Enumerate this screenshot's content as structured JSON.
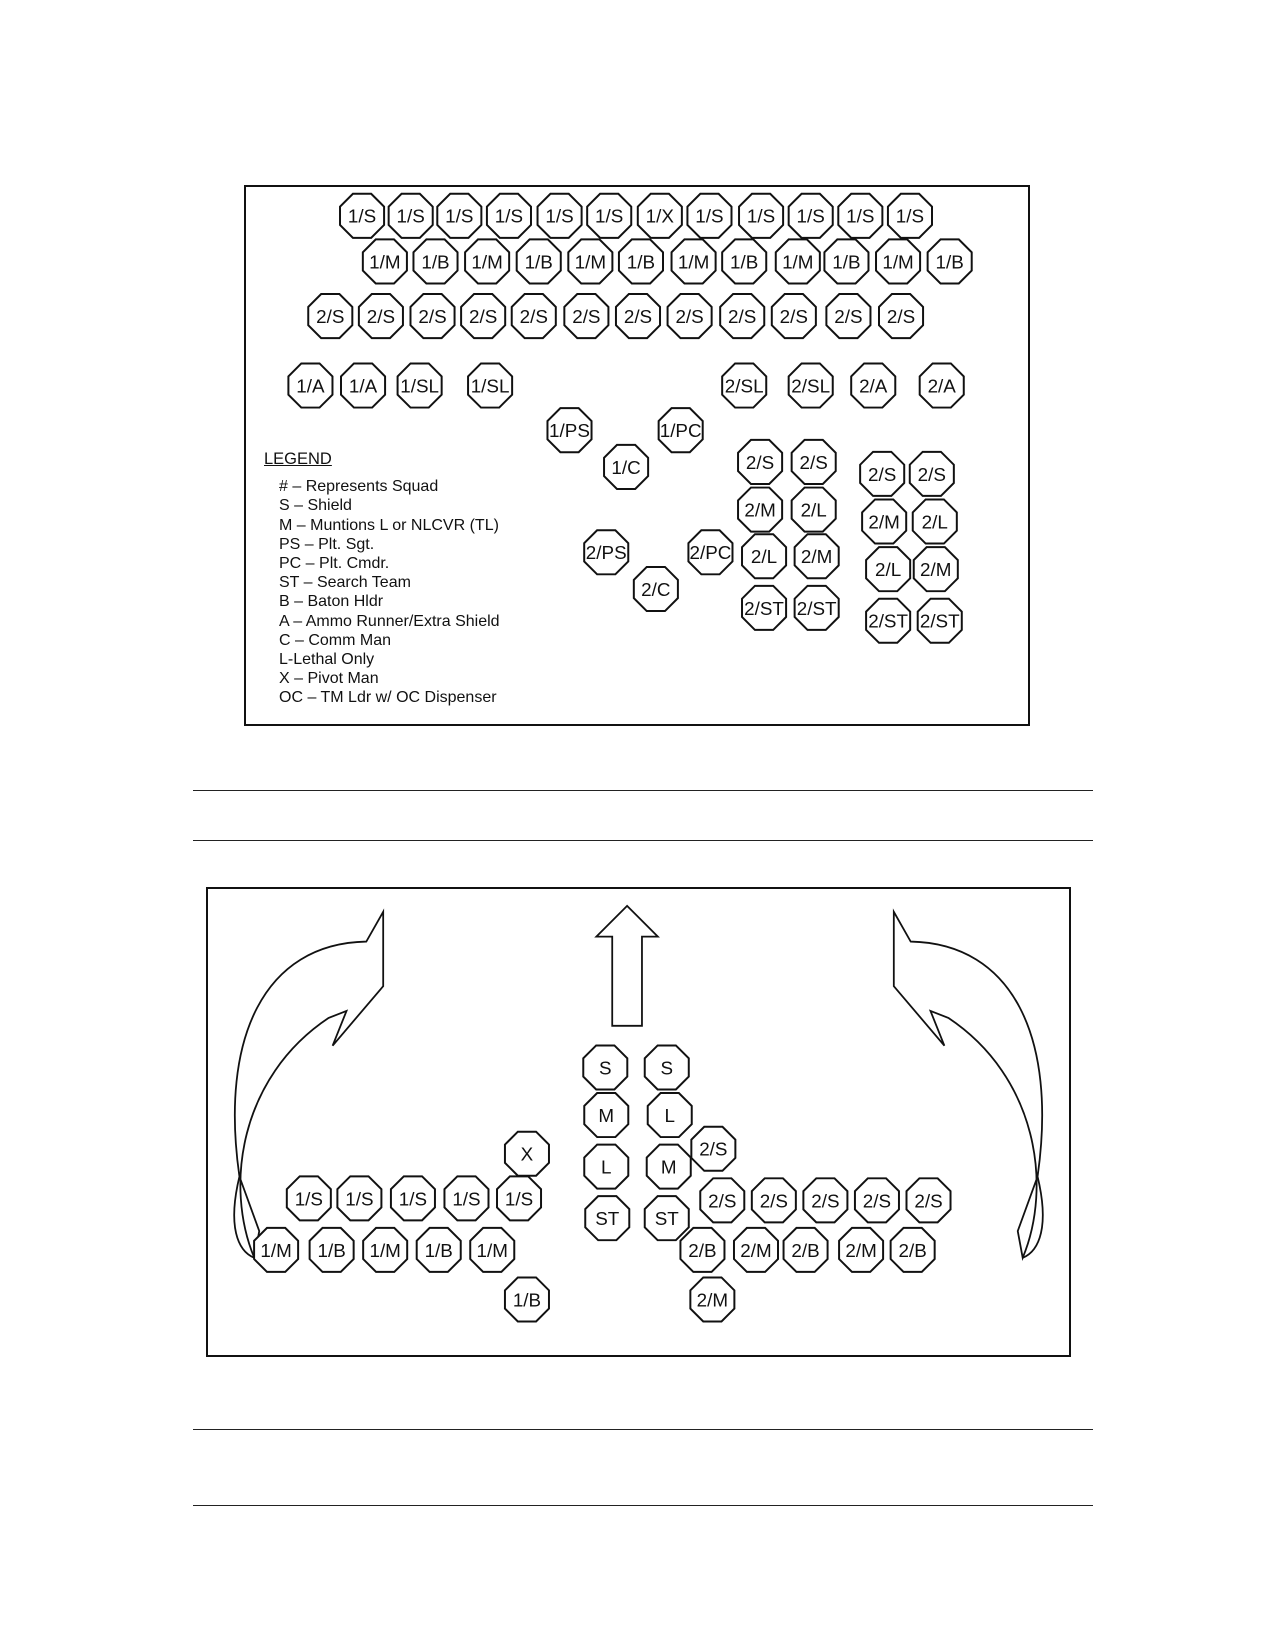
{
  "figure1": {
    "units": [
      {
        "label": "1/S",
        "col": 1,
        "row": 1
      },
      {
        "label": "1/S",
        "col": 2,
        "row": 1
      },
      {
        "label": "1/S",
        "col": 3,
        "row": 1
      },
      {
        "label": "1/S",
        "col": 4,
        "row": 1
      },
      {
        "label": "1/S",
        "col": 5,
        "row": 1
      },
      {
        "label": "1/S",
        "col": 6,
        "row": 1
      },
      {
        "label": "1/X",
        "col": 7,
        "row": 1
      },
      {
        "label": "1/S",
        "col": 8,
        "row": 1
      },
      {
        "label": "1/S",
        "col": 9,
        "row": 1
      },
      {
        "label": "1/S",
        "col": 10,
        "row": 1
      },
      {
        "label": "1/S",
        "col": 11,
        "row": 1
      },
      {
        "label": "1/S",
        "col": 12,
        "row": 1
      },
      {
        "label": "1/M",
        "col": 1,
        "row": 2
      },
      {
        "label": "1/B",
        "col": 2,
        "row": 2
      },
      {
        "label": "1/M",
        "col": 3,
        "row": 2
      },
      {
        "label": "1/B",
        "col": 4,
        "row": 2
      },
      {
        "label": "1/M",
        "col": 5,
        "row": 2
      },
      {
        "label": "1/B",
        "col": 6,
        "row": 2
      },
      {
        "label": "1/M",
        "col": 7,
        "row": 2
      },
      {
        "label": "1/B",
        "col": 8,
        "row": 2
      },
      {
        "label": "1/M",
        "col": 9,
        "row": 2
      },
      {
        "label": "1/B",
        "col": 10,
        "row": 2
      },
      {
        "label": "1/M",
        "col": 11,
        "row": 2
      },
      {
        "label": "1/B",
        "col": 12,
        "row": 2
      },
      {
        "label": "2/S",
        "col": 1,
        "row": 3
      },
      {
        "label": "2/S",
        "col": 2,
        "row": 3
      },
      {
        "label": "2/S",
        "col": 3,
        "row": 3
      },
      {
        "label": "2/S",
        "col": 4,
        "row": 3
      },
      {
        "label": "2/S",
        "col": 5,
        "row": 3
      },
      {
        "label": "2/S",
        "col": 6,
        "row": 3
      },
      {
        "label": "2/S",
        "col": 7,
        "row": 3
      },
      {
        "label": "2/S",
        "col": 8,
        "row": 3
      },
      {
        "label": "2/S",
        "col": 9,
        "row": 3
      },
      {
        "label": "2/S",
        "col": 10,
        "row": 3
      },
      {
        "label": "2/S",
        "col": 11,
        "row": 3
      },
      {
        "label": "2/S",
        "col": 12,
        "row": 3
      },
      {
        "label": "1/A",
        "col": 1,
        "row": 4
      },
      {
        "label": "1/A",
        "col": 2,
        "row": 4
      },
      {
        "label": "1/SL",
        "col": 3,
        "row": 4
      },
      {
        "label": "1/SL",
        "col": 4,
        "row": 4
      },
      {
        "label": "2/SL",
        "col": 5,
        "row": 4
      },
      {
        "label": "2/SL",
        "col": 6,
        "row": 4
      },
      {
        "label": "2/A",
        "col": 7,
        "row": 4
      },
      {
        "label": "2/A",
        "col": 8,
        "row": 4
      },
      {
        "label": "1/PS",
        "col": 1,
        "row": 5
      },
      {
        "label": "1/PC",
        "col": 2,
        "row": 5
      },
      {
        "label": "1/C",
        "col": 3,
        "row": 5
      },
      {
        "label": "2/PS",
        "col": 4,
        "row": 5
      },
      {
        "label": "2/PC",
        "col": 5,
        "row": 5
      },
      {
        "label": "2/C",
        "col": 6,
        "row": 5
      },
      {
        "label": "2/S",
        "col": 1,
        "row": 6
      },
      {
        "label": "2/S",
        "col": 2,
        "row": 6
      },
      {
        "label": "2/M",
        "col": 1,
        "row": 7
      },
      {
        "label": "2/L",
        "col": 2,
        "row": 7
      },
      {
        "label": "2/L",
        "col": 1,
        "row": 8
      },
      {
        "label": "2/M",
        "col": 2,
        "row": 8
      },
      {
        "label": "2/ST",
        "col": 1,
        "row": 9
      },
      {
        "label": "2/ST",
        "col": 2,
        "row": 9
      },
      {
        "label": "2/S",
        "col": 3,
        "row": 6
      },
      {
        "label": "2/S",
        "col": 4,
        "row": 6
      },
      {
        "label": "2/M",
        "col": 3,
        "row": 7
      },
      {
        "label": "2/L",
        "col": 4,
        "row": 7
      },
      {
        "label": "2/L",
        "col": 3,
        "row": 8
      },
      {
        "label": "2/M",
        "col": 4,
        "row": 8
      },
      {
        "label": "2/ST",
        "col": 3,
        "row": 9
      },
      {
        "label": "2/ST",
        "col": 4,
        "row": 9
      }
    ],
    "legend": {
      "title": "LEGEND",
      "items": [
        "# – Represents Squad",
        "S – Shield",
        "M – Muntions L or NLCVR (TL)",
        "PS – Plt. Sgt.",
        "PC – Plt. Cmdr.",
        "ST – Search Team",
        "B – Baton Hldr",
        "A – Ammo Runner/Extra Shield",
        "C – Comm Man",
        "L-Lethal Only",
        "X – Pivot Man",
        "OC – TM Ldr w/ OC Dispenser"
      ]
    }
  },
  "figure2": {
    "units": [
      {
        "label": "S"
      },
      {
        "label": "S"
      },
      {
        "label": "M"
      },
      {
        "label": "L"
      },
      {
        "label": "L"
      },
      {
        "label": "M"
      },
      {
        "label": "ST"
      },
      {
        "label": "ST"
      },
      {
        "label": "X"
      },
      {
        "label": "1/S"
      },
      {
        "label": "1/S"
      },
      {
        "label": "1/S"
      },
      {
        "label": "1/S"
      },
      {
        "label": "1/S"
      },
      {
        "label": "1/M"
      },
      {
        "label": "1/B"
      },
      {
        "label": "1/M"
      },
      {
        "label": "1/B"
      },
      {
        "label": "1/M"
      },
      {
        "label": "1/B"
      },
      {
        "label": "2/S"
      },
      {
        "label": "2/S"
      },
      {
        "label": "2/S"
      },
      {
        "label": "2/S"
      },
      {
        "label": "2/S"
      },
      {
        "label": "2/S"
      },
      {
        "label": "2/B"
      },
      {
        "label": "2/M"
      },
      {
        "label": "2/B"
      },
      {
        "label": "2/M"
      },
      {
        "label": "2/B"
      },
      {
        "label": "2/M"
      }
    ]
  }
}
